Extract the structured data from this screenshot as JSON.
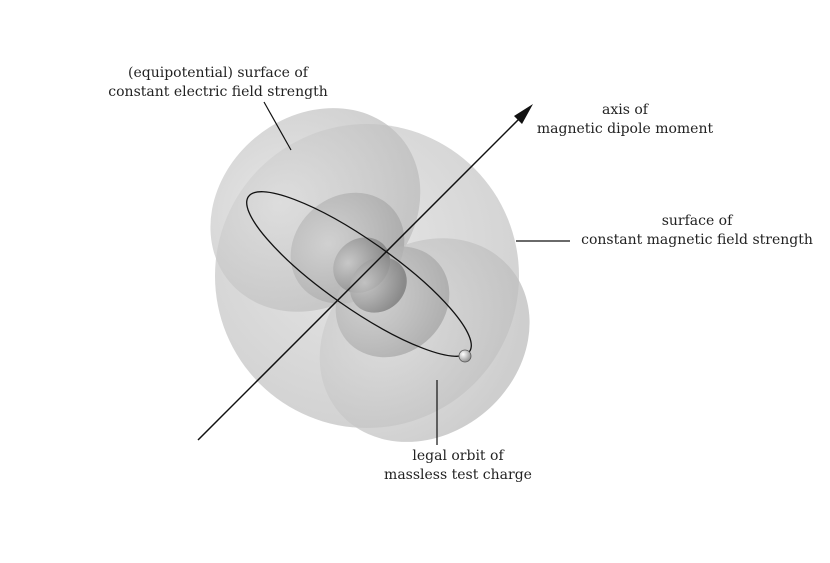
{
  "labels": {
    "electric_surface": {
      "line1": "(equipotential) surface of",
      "line2": "constant electric field strength"
    },
    "axis": {
      "line1": "axis of",
      "line2": "magnetic dipole moment"
    },
    "magnetic_surface": {
      "line1": "surface of",
      "line2": "constant magnetic field strength"
    },
    "orbit": {
      "line1": "legal orbit of",
      "line2": "massless test charge"
    }
  },
  "colors": {
    "outer_sphere": "#d9d9d9",
    "inner_lobe": "#c4c4c4",
    "core": "#9a9a9a",
    "line": "#111111",
    "text": "#222222"
  }
}
